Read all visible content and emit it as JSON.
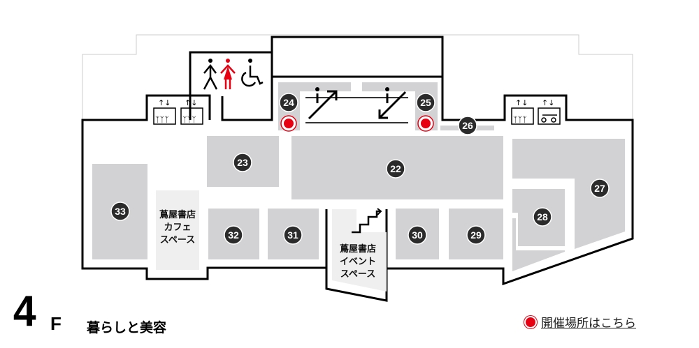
{
  "floor": {
    "number": "4",
    "suffix": "F",
    "name": "暮らしと美容"
  },
  "legend": {
    "label": "開催場所はこちら",
    "marker_color": "#e60012"
  },
  "areas": {
    "cafe": [
      "蔦屋書店",
      "カフェ",
      "スペース"
    ],
    "event": [
      "蔦屋書店",
      "イベント",
      "スペース"
    ]
  },
  "shops": [
    "22",
    "23",
    "24",
    "25",
    "26",
    "27",
    "28",
    "29",
    "30",
    "31",
    "32",
    "33"
  ],
  "event_locations": [
    "24",
    "25"
  ],
  "icons": [
    "restroom-men-icon",
    "restroom-women-icon",
    "wheelchair-icon",
    "elevator-icon",
    "escalator-icon",
    "stairs-icon",
    "information-icon"
  ],
  "colors": {
    "shop": "#d2d2d4",
    "special": "#efefef",
    "badge": "#2b2b2b",
    "wall": "#000000",
    "accent": "#e60012"
  }
}
